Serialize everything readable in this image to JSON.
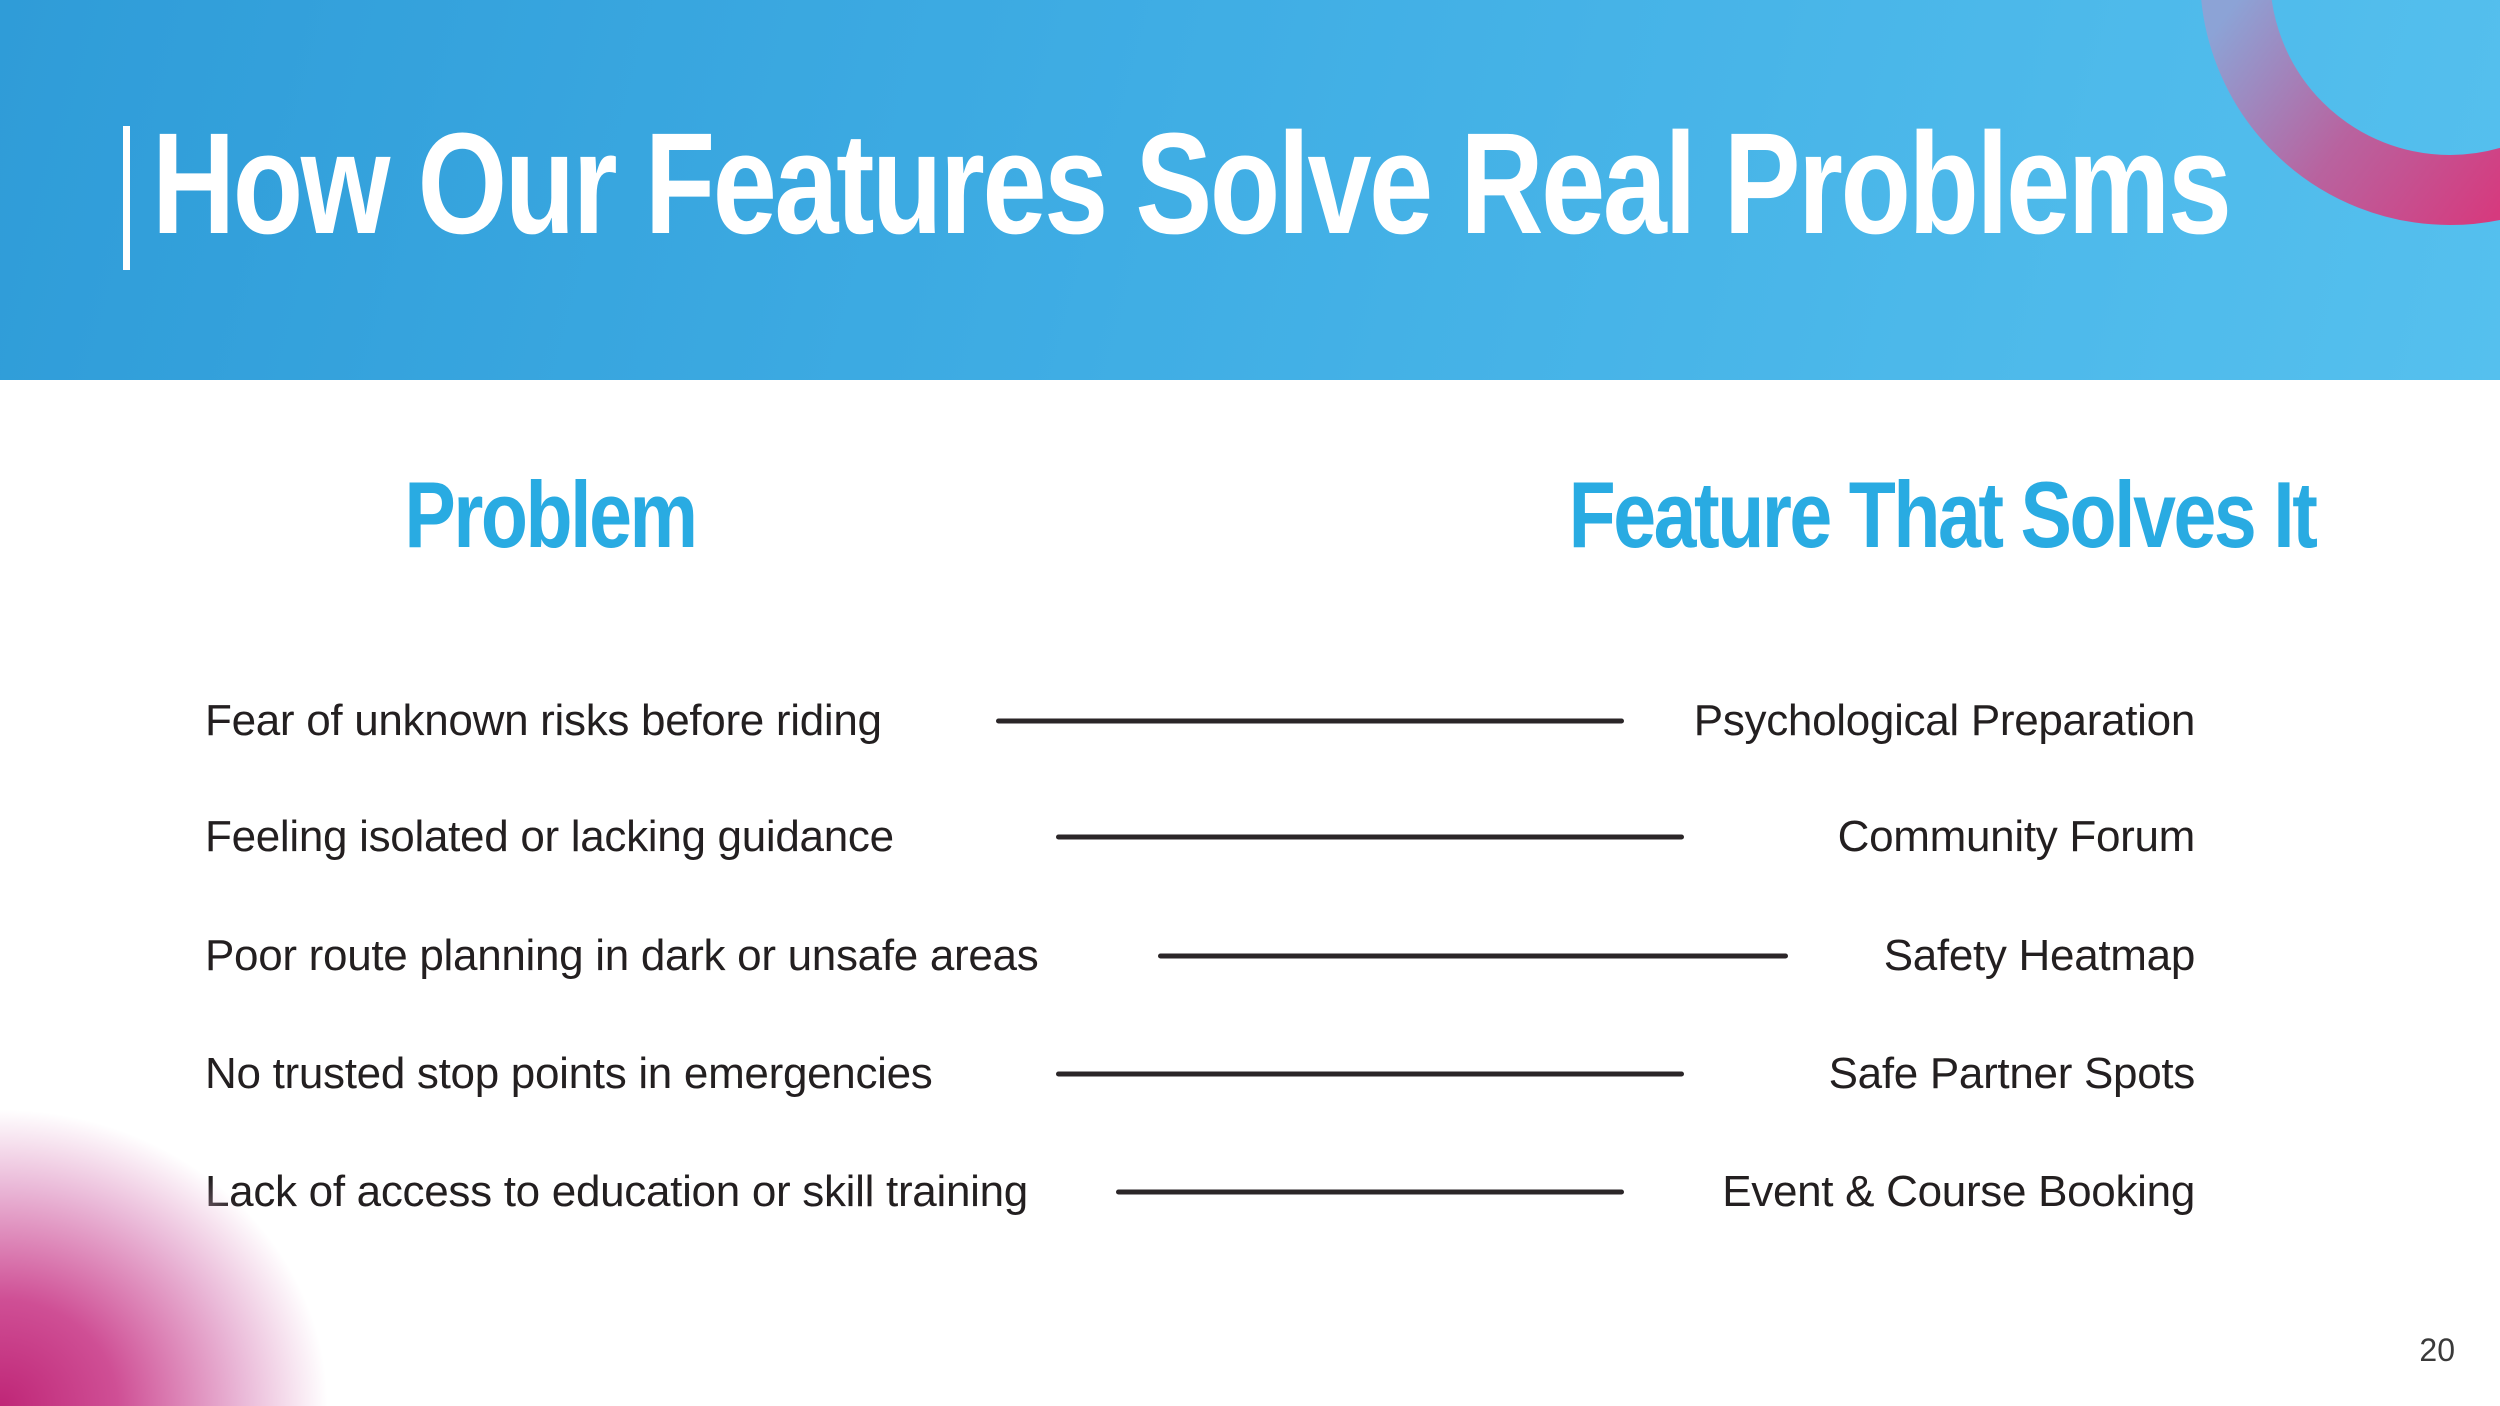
{
  "slide": {
    "title": "How Our Features Solve Real Problems",
    "page_number": "20",
    "columns": {
      "problem": "Problem",
      "feature": "Feature That Solves It"
    },
    "rows": [
      {
        "problem": "Fear of unknown risks before riding",
        "feature": "Psychological Preparation"
      },
      {
        "problem": "Feeling isolated or lacking guidance",
        "feature": "Community Forum"
      },
      {
        "problem": "Poor route planning in dark or unsafe areas",
        "feature": "Safety Heatmap"
      },
      {
        "problem": "No trusted stop points in emergencies",
        "feature": "Safe Partner Spots"
      },
      {
        "problem": "Lack of access to education or skill training",
        "feature": "Event & Course Booking"
      }
    ],
    "colors": {
      "accent_blue": "#29abe2",
      "header_gradient_start": "#2f9cd8",
      "header_gradient_end": "#55c0ee",
      "ring_gradient_start": "#8ca3d6",
      "ring_gradient_end": "#d63a7e",
      "corner_blob_pink": "#bf2677",
      "body_text": "#231f20",
      "connector_line": "#2b2628"
    }
  }
}
